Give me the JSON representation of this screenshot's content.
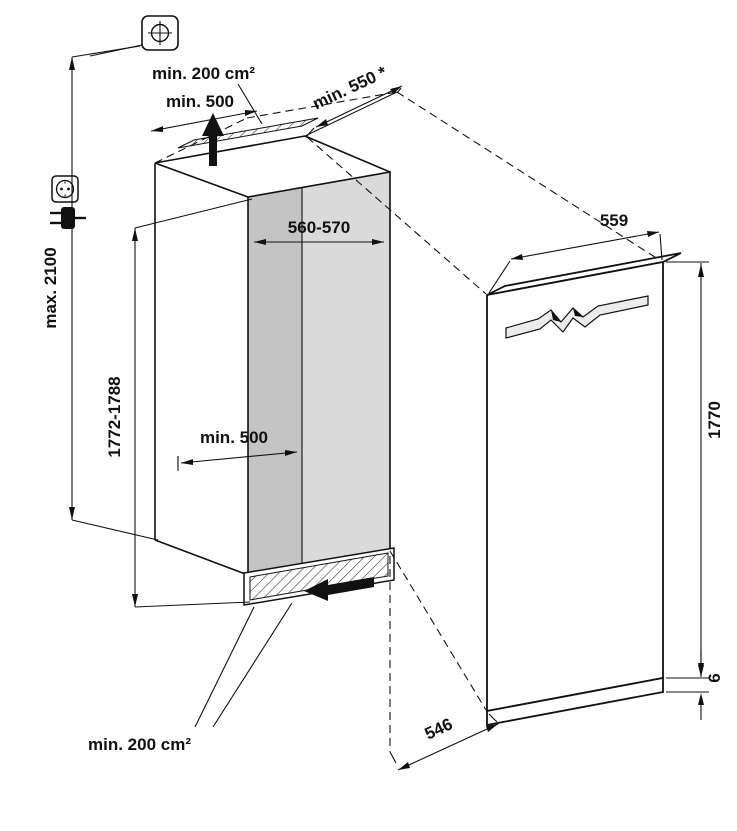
{
  "diagram": {
    "kind": "built-in appliance niche installation drawing",
    "labels": {
      "top_vent_area": "min. 200 cm²",
      "top_clearance": "min. 500",
      "top_depth_clearance": "min. 550 *",
      "niche_width": "560-570",
      "appliance_width": "559",
      "max_total_height": "max. 2100",
      "niche_height": "1772-1788",
      "inner_depth_clearance": "min. 500",
      "appliance_height": "1770",
      "bottom_gap": "6",
      "appliance_depth": "546",
      "bottom_vent_area": "min. 200 cm²"
    },
    "icons": {
      "leveling": "leveling-foot-icon",
      "socket": "power-socket-icon",
      "plug": "power-plug-icon",
      "airflow_up": "airflow-up-arrow",
      "airflow_in": "airflow-in-arrow"
    },
    "colors": {
      "line": "#111111",
      "niche_back_wall": "#dadada",
      "niche_side_wall": "#c4c4c4",
      "background": "#ffffff"
    }
  }
}
